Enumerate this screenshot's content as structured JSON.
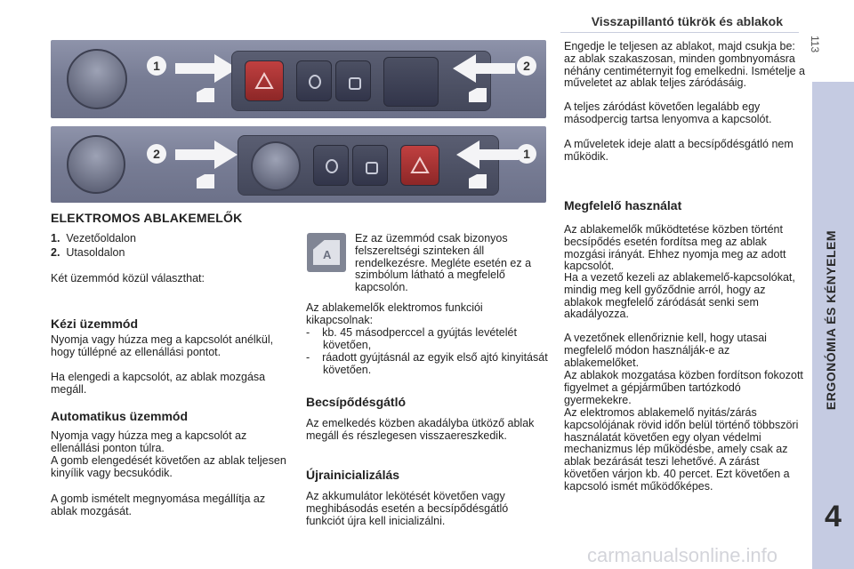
{
  "header": {
    "section_title": "Visszapillantó tükrök és ablakok",
    "page_number": "113"
  },
  "sidebar": {
    "chapter_title": "ERGONÓMIA ÉS KÉNYELEM",
    "chapter_number": "4"
  },
  "figures": [
    {
      "callouts": [
        "1",
        "2"
      ]
    },
    {
      "callouts": [
        "2",
        "1"
      ]
    }
  ],
  "left": {
    "title": "ELEKTROMOS ABLAKEMELŐK",
    "items": [
      {
        "num": "1.",
        "text": "Vezetőoldalon"
      },
      {
        "num": "2.",
        "text": "Utasoldalon"
      }
    ],
    "intro": "Két üzemmód közül választhat:",
    "manual": {
      "heading": "Kézi üzemmód",
      "p1": "Nyomja vagy húzza meg a kapcsolót anélkül, hogy túllépné az ellenállási pontot.",
      "p2": "Ha elengedi a kapcsolót, az ablak mozgása megáll."
    },
    "auto": {
      "heading": "Automatikus üzemmód",
      "p1": "Nyomja vagy húzza meg a kapcsolót az ellenállási ponton túlra.",
      "p2": "A gomb elengedését követően az ablak teljesen kinyílik vagy becsukódik.",
      "p3": "A gomb ismételt megnyomása megállítja az ablak mozgását."
    }
  },
  "middle": {
    "note": "Ez az üzemmód csak bizonyos felszereltségi szinteken áll rendelkezésre. Megléte esetén ez a szimbólum látható a megfelelő kapcsolón.",
    "icon_letter": "A",
    "deact": "Az ablakemelők elektromos funkciói kikapcsolnak:",
    "bullets": [
      "kb. 45 másodperccel a gyújtás levételét követően,",
      "ráadott gyújtásnál az egyik első ajtó kinyitását követően."
    ],
    "anti_pinch": {
      "heading": "Becsípődésgátló",
      "p1": "Az emelkedés közben akadályba ütköző ablak megáll és részlegesen visszaereszkedik."
    },
    "reinit": {
      "heading": "Újrainicializálás",
      "p1": "Az akkumulátor lekötését követően vagy meghibásodás esetén a becsípődésgátló funkciót újra kell inicializálni."
    }
  },
  "right": {
    "p1": "Engedje le teljesen az ablakot, majd csukja be: az ablak szakaszosan, minden gombnyomásra néhány centiméternyit fog emelkedni. Ismételje a műveletet az ablak teljes záródásáig.",
    "p2": "A teljes záródást követően legalább egy másodpercig tartsa lenyomva a kapcsolót.",
    "p3": "A műveletek ideje alatt a becsípődésgátló nem működik.",
    "proper_use": {
      "heading": "Megfelelő használat",
      "p1": "Az ablakemelők működtetése közben történt becsípődés esetén fordítsa meg az ablak mozgási irányát. Ehhez nyomja meg az adott kapcsolót.",
      "p2": "Ha a vezető kezeli az ablakemelő-kapcsolókat, mindig meg kell győződnie arról, hogy az ablakok megfelelő záródását senki sem akadályozza.",
      "p3": "A vezetőnek ellenőriznie kell, hogy utasai megfelelő módon használják-e az ablakemelőket.",
      "p4": "Az ablakok mozgatása közben fordítson fokozott figyelmet a gépjárműben tartózkodó gyermekekre.",
      "p5": "Az elektromos ablakemelő nyitás/zárás kapcsolójának rövid időn belül történő többszöri használatát követően egy olyan védelmi mechanizmus lép működésbe, amely csak az ablak bezárását teszi lehetővé. A zárást követően várjon kb. 40 percet. Ezt követően a kapcsoló ismét működőképes."
    }
  },
  "footer": {
    "watermark": "carmanualsonline.info"
  },
  "colors": {
    "sidebar": "#c5cbe2",
    "figure": "#7b8098",
    "hazard": "#b53535"
  }
}
